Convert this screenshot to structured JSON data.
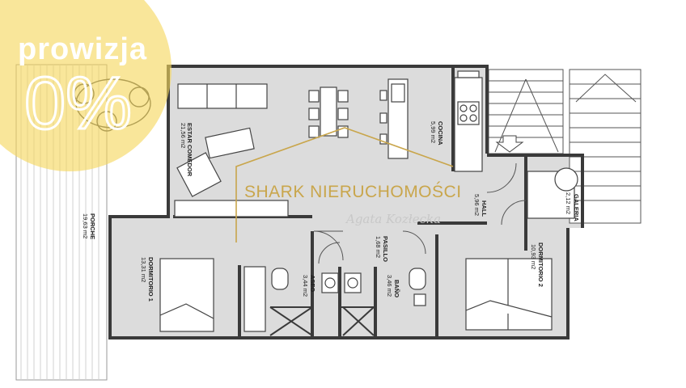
{
  "badge": {
    "title": "prowizja",
    "percent": "0%"
  },
  "watermark": {
    "company": "SHARK NIERUCHOMOŚCI",
    "signature": "Agata Kozłecka"
  },
  "rooms": {
    "estar_comedor": {
      "name": "ESTAR COMEDOR",
      "area": "21,56 m2"
    },
    "cocina": {
      "name": "COCINA",
      "area": "5,99 m2"
    },
    "hall": {
      "name": "HALL",
      "area": "5,96 m2"
    },
    "galeria": {
      "name": "GALERIA",
      "area": "2,12 m2"
    },
    "porche": {
      "name": "PORCHE",
      "area": "19,63 m2"
    },
    "dormitorio1": {
      "name": "DORMITORIO 1",
      "area": "13,31 m2"
    },
    "pasillo": {
      "name": "PASILLO",
      "area": "1,68 m2"
    },
    "aseo": {
      "name": "ASEO",
      "area": "3,44 m2"
    },
    "bano": {
      "name": "BAÑO",
      "area": "3,46 m2"
    },
    "dormitorio2": {
      "name": "DORMITORIO 2",
      "area": "10,93 m2"
    }
  },
  "colors": {
    "floor": "#dcdcdc",
    "wall": "#3a3a3a",
    "badge": "#f6d65c",
    "watermark": "#c9a64c"
  }
}
